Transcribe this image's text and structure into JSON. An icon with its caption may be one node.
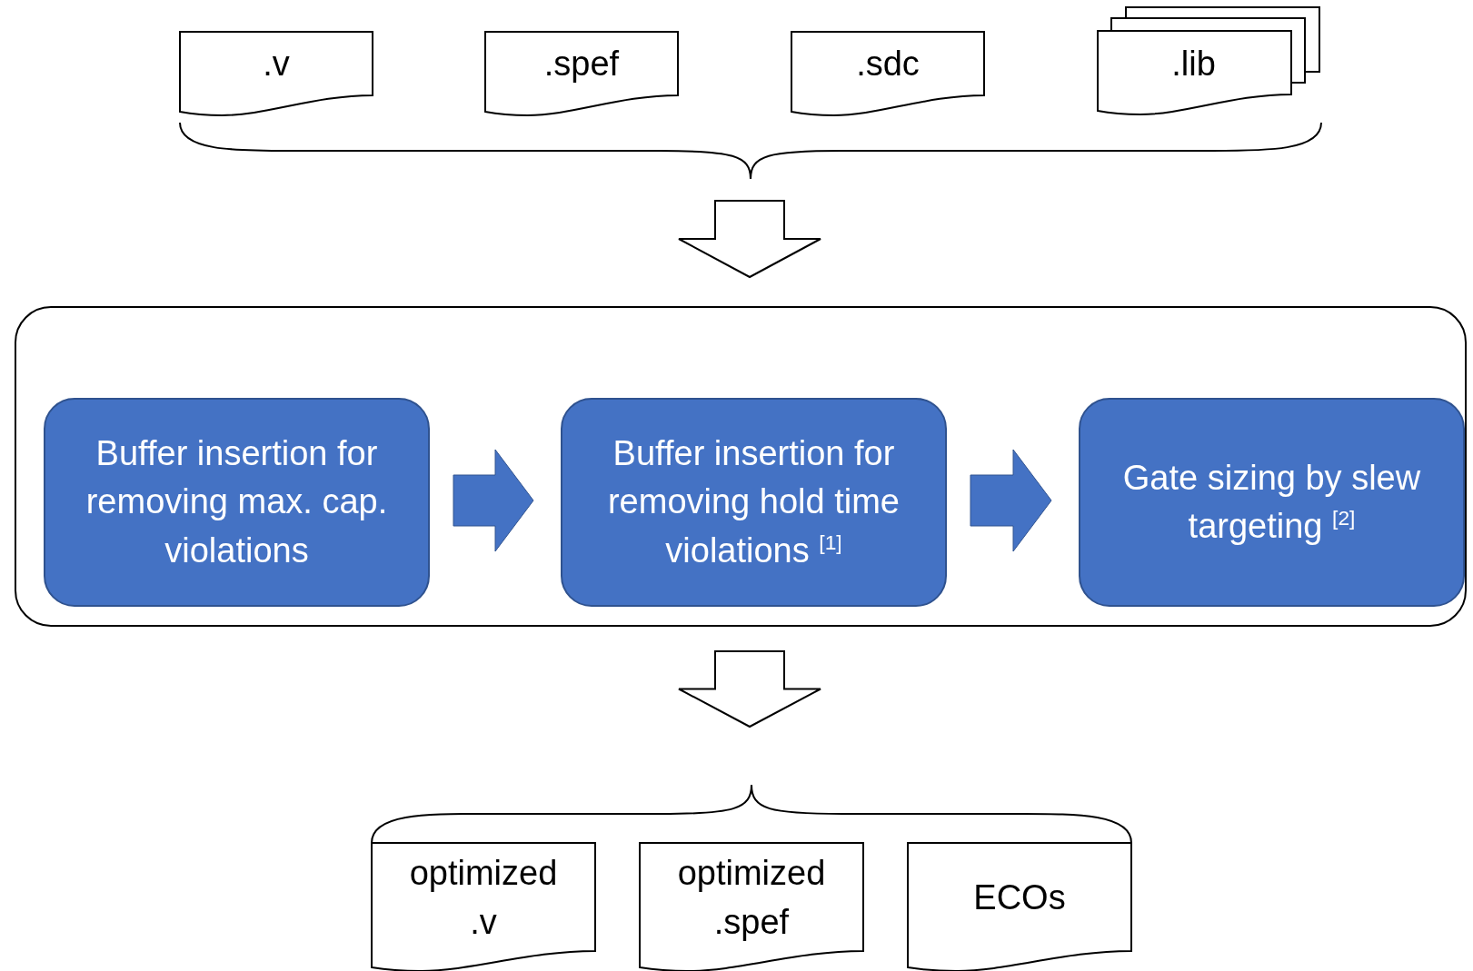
{
  "diagram": {
    "nodes": [
      {
        "text": [
          ".v"
        ]
      },
      {
        "text": [
          ".spef"
        ]
      },
      {
        "text": [
          ".sdc"
        ]
      },
      {
        "text": [
          ".lib"
        ]
      },
      {
        "text": [],
        "shape": "box"
      },
      {
        "text": [
          "Buffer insertion for removing max. cap. violations"
        ],
        "in": 4
      },
      {
        "text": [
          "Buffer insertion for removing hold time violations $^{[1]}$"
        ],
        "in": 4
      },
      {
        "text": [
          "Gate sizing by slew targeting $^{[2]}$"
        ],
        "in": 4
      },
      {
        "text": [
          "optimized .v"
        ]
      },
      {
        "text": [
          "optimized .spef"
        ]
      },
      {
        "text": [
          "ECOs"
        ]
      }
    ],
    "edges": [
      {
        "from": null,
        "to": 4,
        "arrow": "to"
      },
      {
        "from": 4,
        "to": null,
        "arrow": "to"
      },
      {
        "from": 5,
        "to": 6,
        "arrow": "to"
      },
      {
        "from": 6,
        "to": 7,
        "arrow": "to"
      }
    ]
  }
}
